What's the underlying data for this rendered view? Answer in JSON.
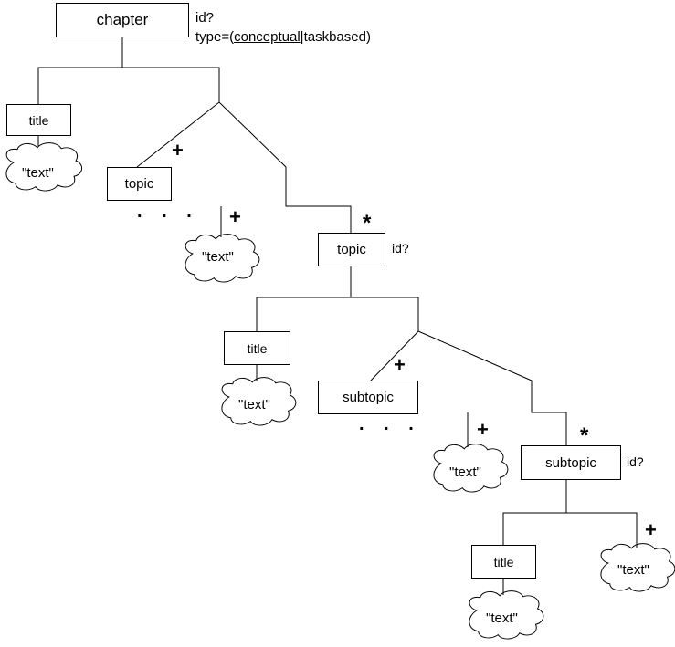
{
  "nodes": {
    "chapter": "chapter",
    "title": "title",
    "topic": "topic",
    "subtopic": "subtopic",
    "text": "\"text\""
  },
  "attrs": {
    "id": "id?",
    "type_prefix": "type=(",
    "type_default": "conceptual",
    "type_sep": "|",
    "type_rest": "taskbased)"
  },
  "symbols": {
    "plus": "+",
    "star": "*",
    "ellipsis": ". . ."
  }
}
